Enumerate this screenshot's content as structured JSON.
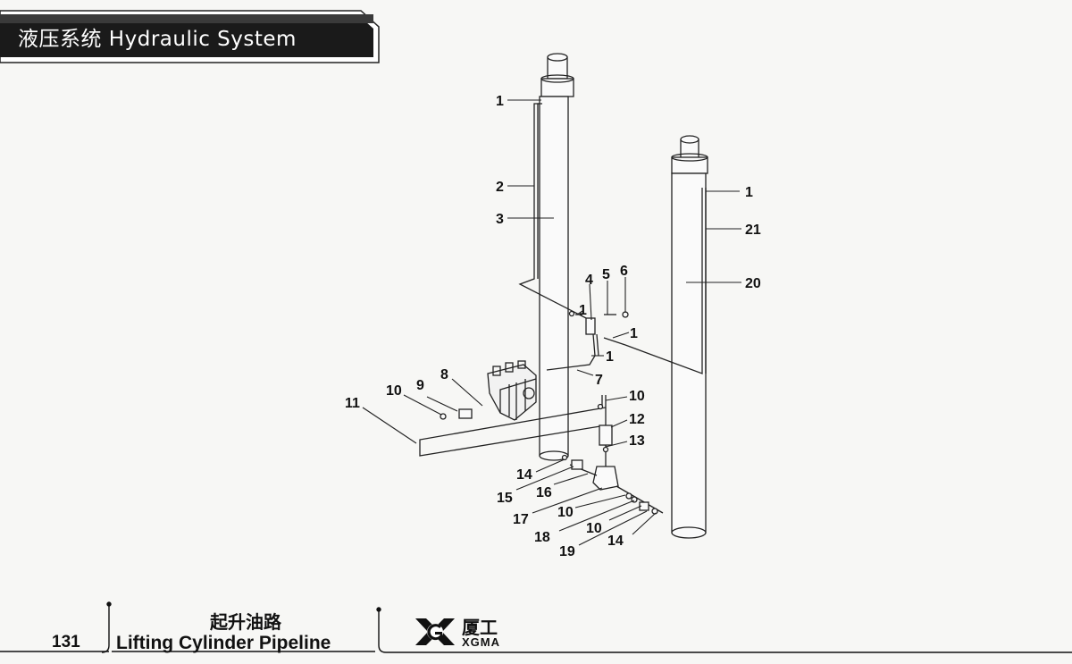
{
  "header": {
    "title": "液压系统 Hydraulic System"
  },
  "footer": {
    "page_number": "131",
    "title_cn": "起升油路",
    "title_en": "Lifting Cylinder Pipeline"
  },
  "brand": {
    "name_cn": "厦工",
    "name_en": "XGMA",
    "logo_icon": "xgma-logo-icon"
  },
  "callouts": [
    {
      "id": "c1",
      "label": "1"
    },
    {
      "id": "c2",
      "label": "2"
    },
    {
      "id": "c3",
      "label": "3"
    },
    {
      "id": "c4",
      "label": "1"
    },
    {
      "id": "c5",
      "label": "21"
    },
    {
      "id": "c6",
      "label": "20"
    },
    {
      "id": "c7",
      "label": "4"
    },
    {
      "id": "c8",
      "label": "5"
    },
    {
      "id": "c9",
      "label": "6"
    },
    {
      "id": "c10",
      "label": "1"
    },
    {
      "id": "c11",
      "label": "1"
    },
    {
      "id": "c12",
      "label": "1"
    },
    {
      "id": "c13",
      "label": "7"
    },
    {
      "id": "c14",
      "label": "8"
    },
    {
      "id": "c15",
      "label": "9"
    },
    {
      "id": "c16",
      "label": "10"
    },
    {
      "id": "c17",
      "label": "11"
    },
    {
      "id": "c18",
      "label": "10"
    },
    {
      "id": "c19",
      "label": "12"
    },
    {
      "id": "c20",
      "label": "13"
    },
    {
      "id": "c21",
      "label": "14"
    },
    {
      "id": "c22",
      "label": "15"
    },
    {
      "id": "c23",
      "label": "16"
    },
    {
      "id": "c24",
      "label": "17"
    },
    {
      "id": "c25",
      "label": "10"
    },
    {
      "id": "c26",
      "label": "18"
    },
    {
      "id": "c27",
      "label": "10"
    },
    {
      "id": "c28",
      "label": "19"
    },
    {
      "id": "c29",
      "label": "14"
    }
  ]
}
